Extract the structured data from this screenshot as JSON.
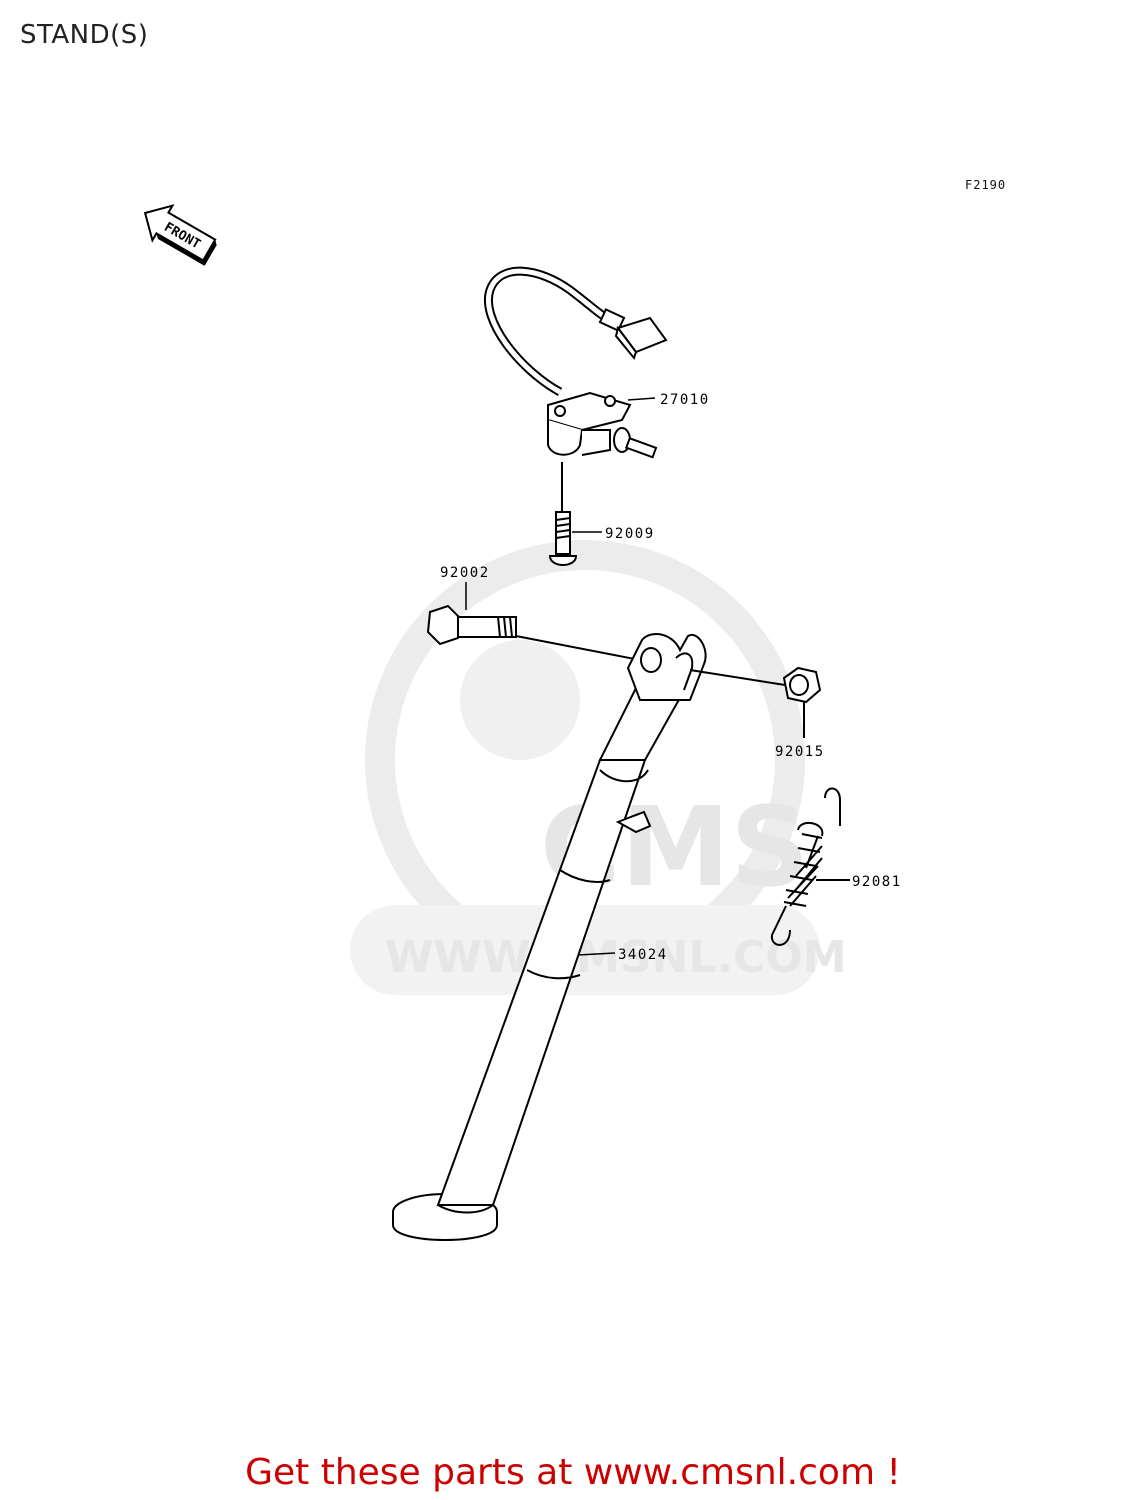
{
  "header": {
    "title": "STAND(S)",
    "figure_code": "F2190"
  },
  "front_marker": {
    "text": "FRONT",
    "icon": "front-arrow-icon"
  },
  "parts": [
    {
      "number": "27010"
    },
    {
      "number": "92009"
    },
    {
      "number": "92002"
    },
    {
      "number": "92015"
    },
    {
      "number": "92081"
    },
    {
      "number": "34024"
    }
  ],
  "watermark": {
    "logo_text": "CMS",
    "site_text": "WWW.CMSNL.COM"
  },
  "footer": {
    "cta": "Get these parts at www.cmsnl.com !",
    "color": "#cc0000"
  }
}
